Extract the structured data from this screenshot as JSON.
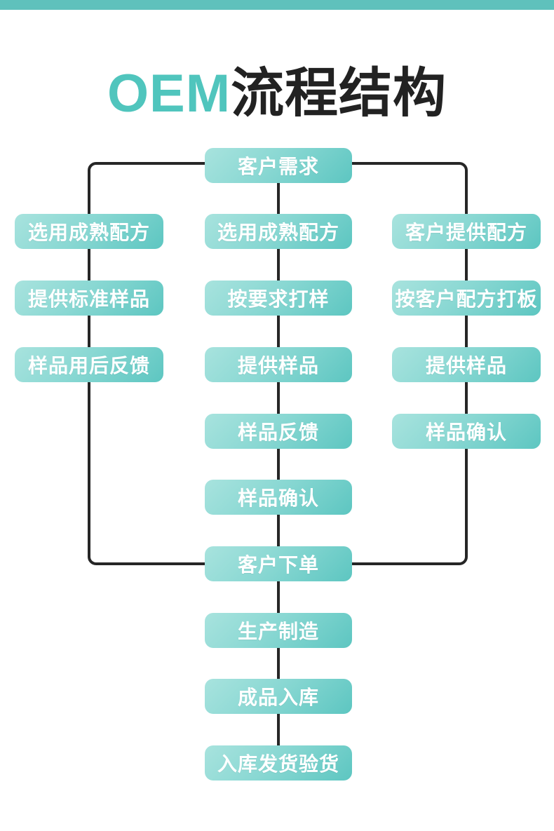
{
  "page": {
    "title_accent": "OEM",
    "title_rest": "流程结构",
    "colors": {
      "top_bar": "#5fc1bc",
      "title_accent": "#50c5bd",
      "title_dark": "#222222",
      "node_gradient_light": "#a8e3de",
      "node_gradient_dark": "#5dc6c1",
      "node_text": "#ffffff",
      "connector_line": "#262626",
      "background": "#ffffff"
    }
  },
  "flow": {
    "top_label": "客户需求",
    "left_column": [
      "选用成熟配方",
      "提供标准样品",
      "样品用后反馈"
    ],
    "middle_column": [
      "选用成熟配方",
      "按要求打样",
      "提供样品",
      "样品反馈",
      "样品确认"
    ],
    "right_column": [
      "客户提供配方",
      "按客户配方打板",
      "提供样品",
      "样品确认"
    ],
    "converge_label": "客户下单",
    "tail_column": [
      "生产制造",
      "成品入库",
      "入库发货验货"
    ]
  }
}
